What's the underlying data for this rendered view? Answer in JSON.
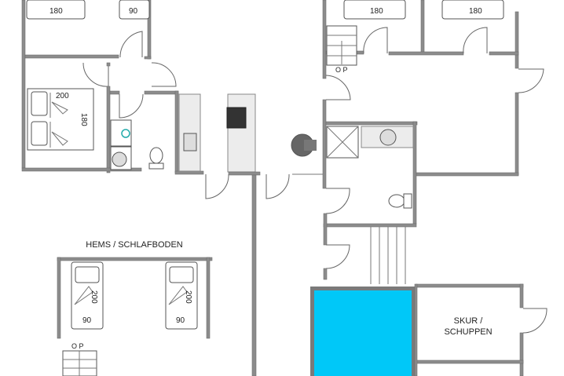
{
  "plan": {
    "rooms": {
      "loft_label": "HEMS / SCHLAFBODEN",
      "shed_label_line1": "SKUR /",
      "shed_label_line2": "SCHUPPEN"
    },
    "dimensions": {
      "top_left_bed_width": "180",
      "top_left_single_width": "90",
      "double_bed_length": "200",
      "double_bed_width": "180",
      "top_right_bed1_width": "180",
      "top_right_bed2_width": "180",
      "loft_bed1_length": "200",
      "loft_bed1_width": "90",
      "loft_bed2_length": "200",
      "loft_bed2_width": "90"
    },
    "stairs": {
      "upper_marker": "O P",
      "loft_marker": "O P"
    },
    "colors": {
      "pool": "#00c8f8",
      "wall": "#8c8c8c",
      "hob": "#333333"
    }
  }
}
